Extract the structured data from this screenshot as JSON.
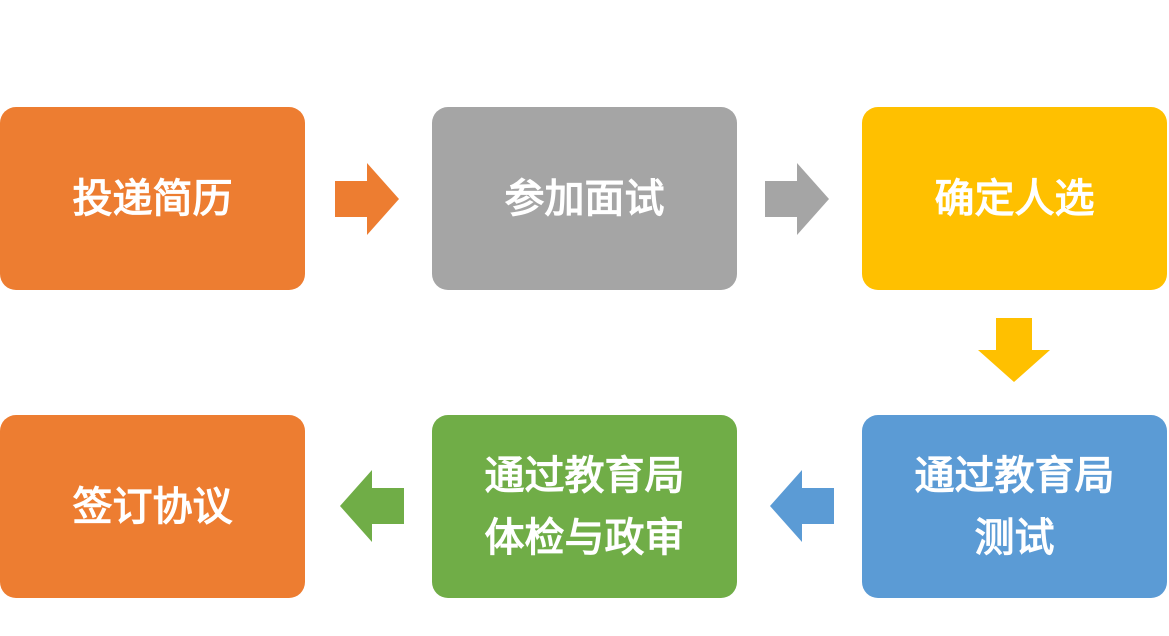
{
  "steps": [
    {
      "lines": [
        "投递简历"
      ],
      "color": "#ED7D31"
    },
    {
      "lines": [
        "参加面试"
      ],
      "color": "#A5A5A5"
    },
    {
      "lines": [
        "确定人选"
      ],
      "color": "#FFC000"
    },
    {
      "lines": [
        "通过教育局",
        "测试"
      ],
      "color": "#5B9BD5"
    },
    {
      "lines": [
        "通过教育局",
        "体检与政审"
      ],
      "color": "#70AD47"
    },
    {
      "lines": [
        "签订协议"
      ],
      "color": "#ED7D31"
    }
  ],
  "arrows": [
    {
      "direction": "right",
      "color": "#ED7D31"
    },
    {
      "direction": "right",
      "color": "#A5A5A5"
    },
    {
      "direction": "down",
      "color": "#FFC000"
    },
    {
      "direction": "left",
      "color": "#5B9BD5"
    },
    {
      "direction": "left",
      "color": "#70AD47"
    }
  ]
}
